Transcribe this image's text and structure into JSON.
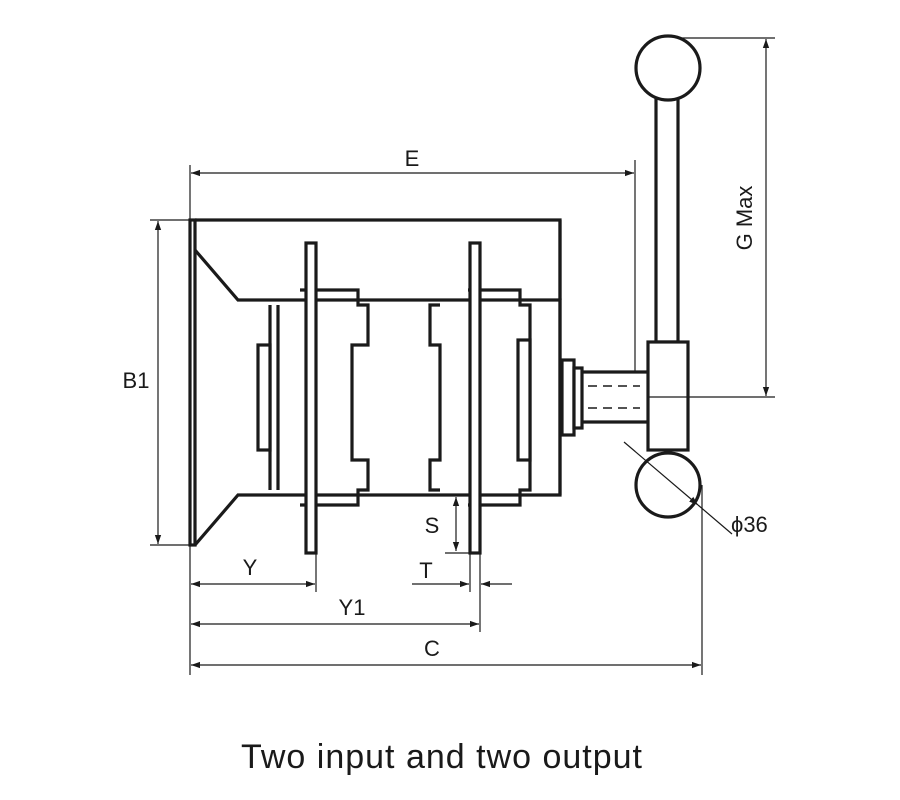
{
  "dimensions": {
    "E": "E",
    "G": "G Max",
    "B1": "B1",
    "S": "S",
    "T": "T",
    "Y": "Y",
    "Y1": "Y1",
    "C": "C",
    "diameter": "ϕ36"
  },
  "caption": "Two input and two output",
  "colors": {
    "line": "#1a1a1a",
    "background": "#ffffff"
  }
}
